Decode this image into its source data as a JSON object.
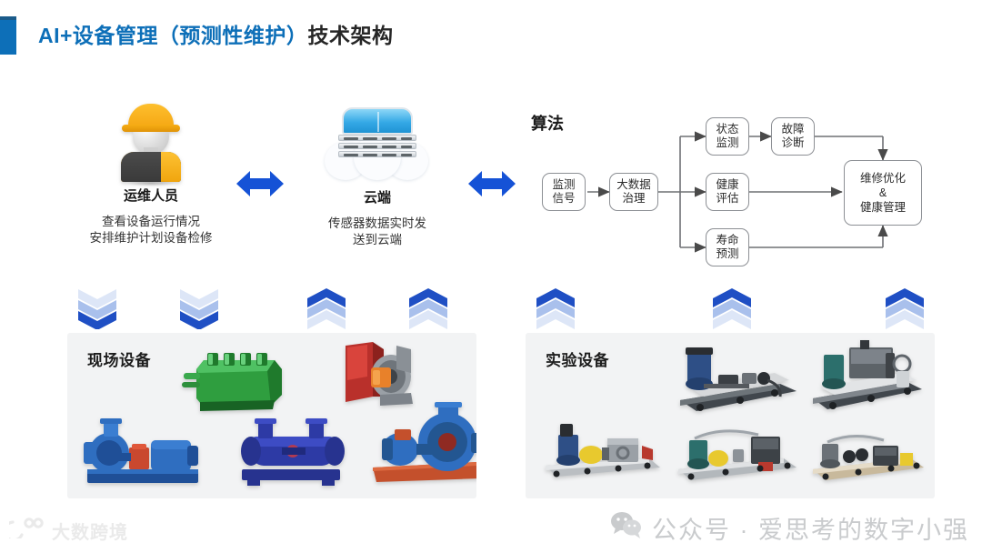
{
  "title": {
    "blue_part": "AI+设备管理（预测性维护）",
    "dark_part": "技术架构"
  },
  "actors": [
    {
      "icon": "worker-icon",
      "caption": "运维人员",
      "desc": "查看设备运行情况\n安排维护计划设备检修"
    },
    {
      "icon": "cloud-server-icon",
      "caption": "云端",
      "desc": "传感器数据实时发\n送到云端"
    }
  ],
  "algorithm": {
    "label": "算法",
    "nodes": [
      {
        "id": "n1",
        "label": "监测\n信号"
      },
      {
        "id": "n2",
        "label": "大数据\n治理"
      },
      {
        "id": "n3",
        "label": "状态\n监测"
      },
      {
        "id": "n4",
        "label": "故障\n诊断"
      },
      {
        "id": "n5",
        "label": "健康\n评估"
      },
      {
        "id": "n6",
        "label": "寿命\n预测"
      },
      {
        "id": "n7",
        "label": "维修优化\n&\n健康管理"
      }
    ]
  },
  "arrows": {
    "bidirectional_label": "double-arrow-icon",
    "color": "#1552d6"
  },
  "chevrons": {
    "color_dark": "#1f4fc4",
    "color_mid": "#a9c0ec",
    "color_light": "#dde6f7"
  },
  "panels": [
    {
      "id": "field",
      "title": "现场设备"
    },
    {
      "id": "lab",
      "title": "实验设备"
    }
  ],
  "watermarks": {
    "bottom_right": "公众号 · 爱思考的数字小强",
    "bottom_right_icon": "wechat-icon",
    "bottom_left": "大数跨境",
    "bottom_left_icon": "brand-logo-icon"
  },
  "colors": {
    "accent_blue": "#0d6fb8",
    "arrow_blue": "#1552d6",
    "panel_bg": "#f2f3f4",
    "title_dark": "#262626"
  }
}
